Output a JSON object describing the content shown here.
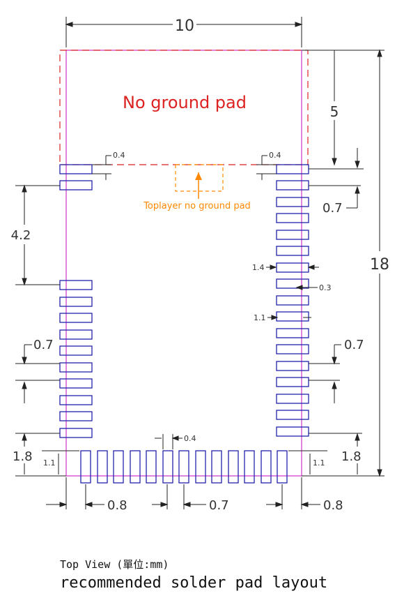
{
  "diagram": {
    "title_text": "No ground pad",
    "toplayer_text": "Toplayer no ground pad",
    "colors": {
      "outline": "#cc33cc",
      "pad": "#2222aa",
      "keepout": "#dd2222",
      "toplayer": "#ff8800",
      "dim": "#222222"
    },
    "dims": {
      "width": "10",
      "height": "18",
      "top_zone": "5",
      "pitch_left": "4.2",
      "pad_gap_left_top": "0.4",
      "pad_gap_right_top": "0.4",
      "right_offset": "0.7",
      "left_offset": "0.7",
      "right_offset_mid": "0.7",
      "pad_len": "1.4",
      "pad_w": "0.3",
      "pad_h": "1.1",
      "bottom_gap": "0.4",
      "bottom_left_1_8": "1.8",
      "bottom_right_1_8": "1.8",
      "bottom_left_1_1": "1.1",
      "bottom_right_1_1": "1.1",
      "bottom_left_0_8": "0.8",
      "bottom_mid_0_7": "0.7",
      "bottom_right_0_8": "0.8"
    }
  },
  "caption": {
    "line1": "Top View (單位:mm)",
    "line2": "recommended solder pad layout"
  }
}
